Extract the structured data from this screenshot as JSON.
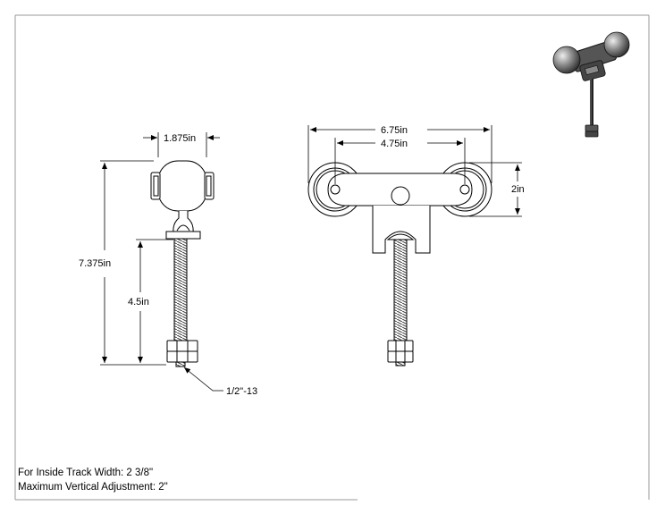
{
  "dimensions": {
    "side_width": "1.875in",
    "overall_height": "7.375in",
    "bolt_length": "4.5in",
    "thread_spec": "1/2\"-13",
    "overall_width": "6.75in",
    "wheel_spacing": "4.75in",
    "wheel_height": "2in"
  },
  "notes": {
    "track_width": "For Inside Track Width: 2 3/8\"",
    "vertical_adjustment": "Maximum Vertical Adjustment: 2\""
  }
}
